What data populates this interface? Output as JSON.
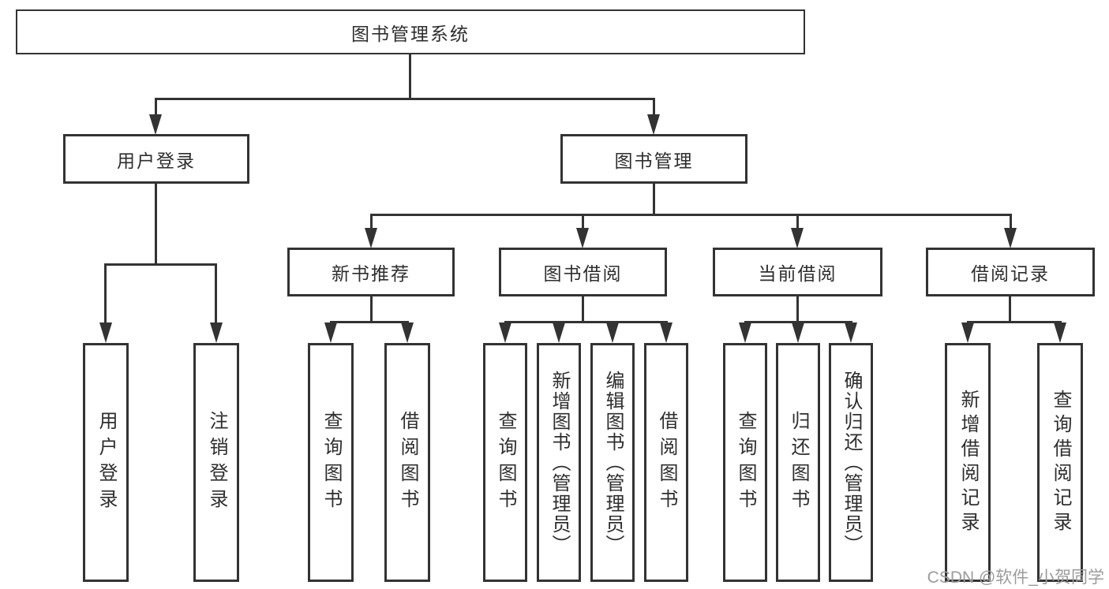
{
  "tree": {
    "root": "图书管理系统",
    "level1": {
      "user_login": "用户登录",
      "book_management": "图书管理"
    },
    "level2": {
      "new_books": "新书推荐",
      "book_borrowing": "图书借阅",
      "current_borrowing": "当前借阅",
      "borrowing_records": "借阅记录"
    },
    "user_login_children": [
      "用户登录",
      "注销登录"
    ],
    "new_books_children": [
      "查询图书",
      "借阅图书"
    ],
    "book_borrowing_children": [
      "查询图书",
      "新增图书（管理员）",
      "编辑图书（管理员）",
      "借阅图书"
    ],
    "current_borrowing_children": [
      "查询图书",
      "归还图书",
      "确认归还（管理员）"
    ],
    "borrowing_records_children": [
      "新增借阅记录",
      "查询借阅记录"
    ]
  },
  "watermark": "CSDN @软件_小贺同学",
  "colors": {
    "line": "#333333",
    "text": "#2e2e2e",
    "watermark": "#9c9c9c",
    "bg": "#ffffff"
  }
}
